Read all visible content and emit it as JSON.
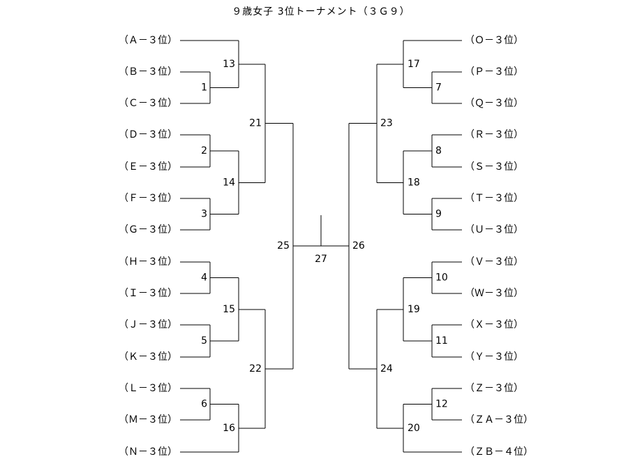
{
  "title": "９歳女子 3位トーナメント（３Ｇ９）",
  "left_teams": [
    "（Ａ－３位）",
    "（Ｂ－３位）",
    "（Ｃ－３位）",
    "（Ｄ－３位）",
    "（Ｅ－３位）",
    "（Ｆ－３位）",
    "（Ｇ－３位）",
    "（Ｈ－３位）",
    "（Ｉ－３位）",
    "（Ｊ－３位）",
    "（Ｋ－３位）",
    "（Ｌ－３位）",
    "（Ｍ－３位）",
    "（Ｎ－３位）"
  ],
  "right_teams": [
    "（Ｏ－３位）",
    "（Ｐ－３位）",
    "（Ｑ－３位）",
    "（Ｒ－３位）",
    "（Ｓ－３位）",
    "（Ｔ－３位）",
    "（Ｕ－３位）",
    "（Ｖ－３位）",
    "（Ｗ－３位）",
    "（Ｘ－３位）",
    "（Ｙ－３位）",
    "（Ｚ－３位）",
    "（ＺＡ－３位）",
    "（ＺＢ－４位）"
  ],
  "matches": {
    "m1": "1",
    "m2": "2",
    "m3": "3",
    "m4": "4",
    "m5": "5",
    "m6": "6",
    "m7": "7",
    "m8": "8",
    "m9": "9",
    "m10": "10",
    "m11": "11",
    "m12": "12",
    "m13": "13",
    "m14": "14",
    "m15": "15",
    "m16": "16",
    "m17": "17",
    "m18": "18",
    "m19": "19",
    "m20": "20",
    "m21": "21",
    "m22": "22",
    "m23": "23",
    "m24": "24",
    "m25": "25",
    "m26": "26",
    "m27": "27"
  }
}
